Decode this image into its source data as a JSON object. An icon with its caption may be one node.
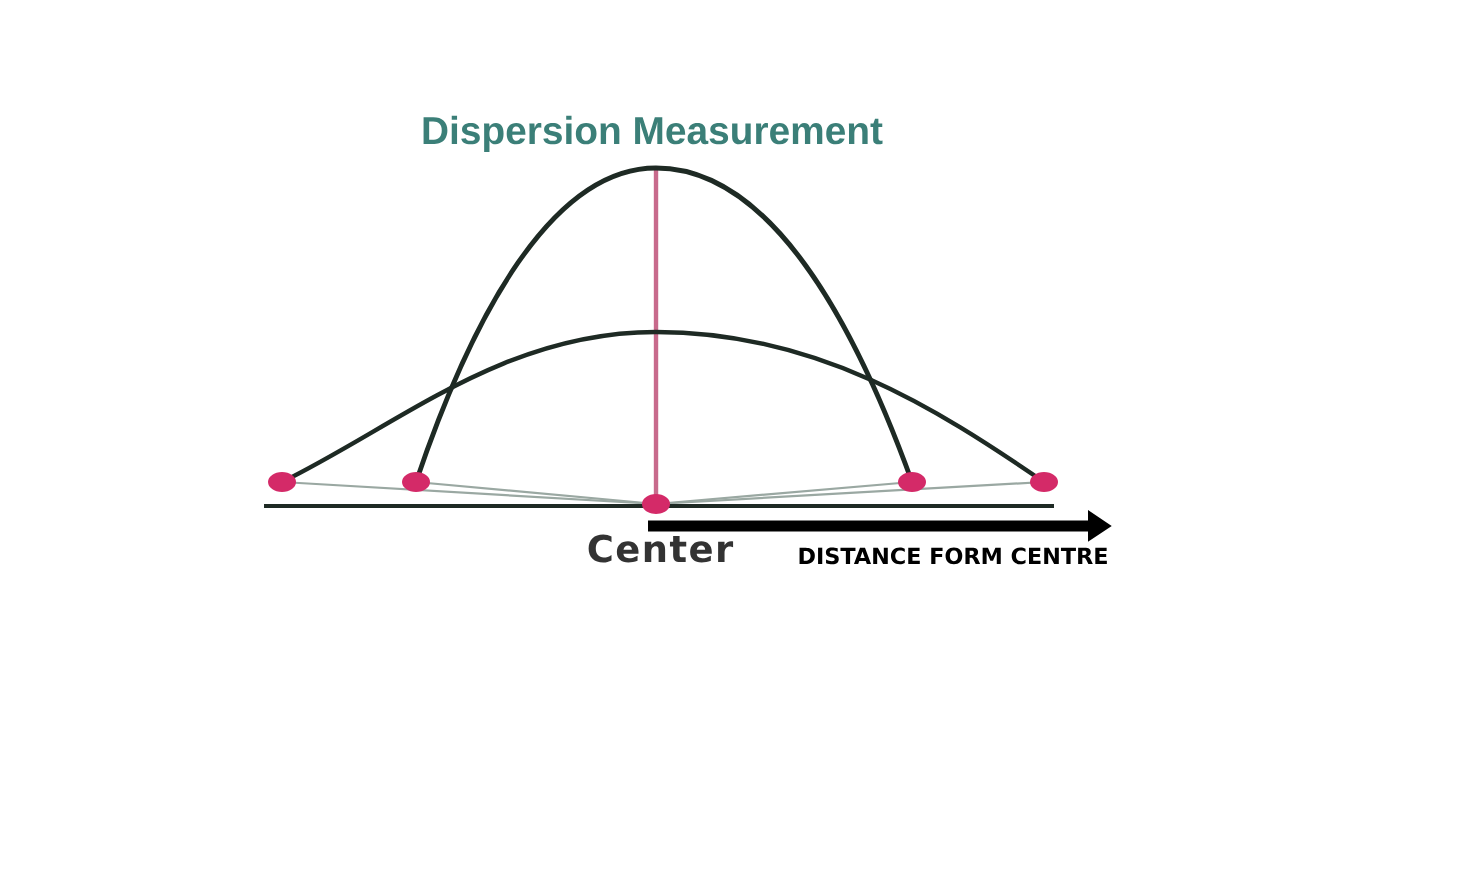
{
  "diagram": {
    "title": "Dispersion Measurement",
    "labels": [
      "Center",
      "DISTANCE FORM CENTRE"
    ]
  }
}
